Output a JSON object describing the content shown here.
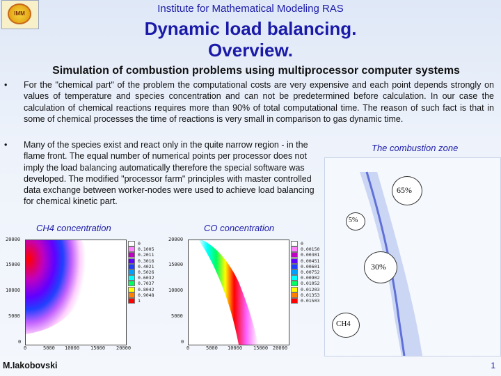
{
  "header": {
    "logo_text": "IMM",
    "institute": "Institute for Mathematical Modeling RAS",
    "title_line1": "Dynamic load balancing.",
    "title_line2": "Overview.",
    "subtitle": "Simulation of combustion problems using multiprocessor computer systems"
  },
  "bullets": [
    {
      "marker": "•",
      "text": "For the \"chemical part\" of the problem the computational costs are very expensive and each point depends strongly on values of temperature and species concentration and can not be predetermined before calculation. In our case the calculation of chemical reactions requires more than 90% of total computational time. The reason of such fact is that in some of chemical processes the time of reactions is very small in comparison to gas dynamic time."
    },
    {
      "marker": "•",
      "text": "Many of the species exist and react only in the quite narrow region - in the flame front. The equal number of numerical points per processor does not imply the load balancing automatically therefore the special software was developed. The modified \"processor farm\" principles with master controlled data exchange between worker-nodes were used to achieve load balancing for chemical kinetic part."
    }
  ],
  "labels": {
    "ch4": "CH4 concentration",
    "co": "CO concentration",
    "zone": "The combustion zone"
  },
  "plot_ch4": {
    "y_ticks": [
      "20000",
      "15000",
      "10000",
      "5000",
      "0"
    ],
    "x_ticks": [
      "0",
      "5000",
      "10000",
      "15000",
      "20000"
    ],
    "legend": [
      "0",
      "0.1005",
      "0.2011",
      "0.3016",
      "0.4021",
      "0.5026",
      "0.6032",
      "0.7037",
      "0.8042",
      "0.9048",
      "1"
    ]
  },
  "plot_co": {
    "y_ticks": [
      "20000",
      "15000",
      "10000",
      "5000",
      "0"
    ],
    "x_ticks": [
      "0",
      "5000",
      "10000",
      "15000",
      "20000"
    ],
    "legend": [
      "0",
      "0.00150",
      "0.00301",
      "0.00451",
      "0.00601",
      "0.00752",
      "0.00902",
      "0.01052",
      "0.01203",
      "0.01353",
      "0.01503"
    ]
  },
  "legend_colors": [
    "#ffffff",
    "#ff80ff",
    "#c000c0",
    "#6000ff",
    "#2040ff",
    "#00a0ff",
    "#00ffff",
    "#00ff60",
    "#ffff00",
    "#ff8000",
    "#ff0000"
  ],
  "zone": {
    "bubbles": [
      "65%",
      "5%",
      "30%"
    ],
    "tank_label": "CH4"
  },
  "footer": {
    "author": "M.Iakobovski",
    "page": "1"
  }
}
